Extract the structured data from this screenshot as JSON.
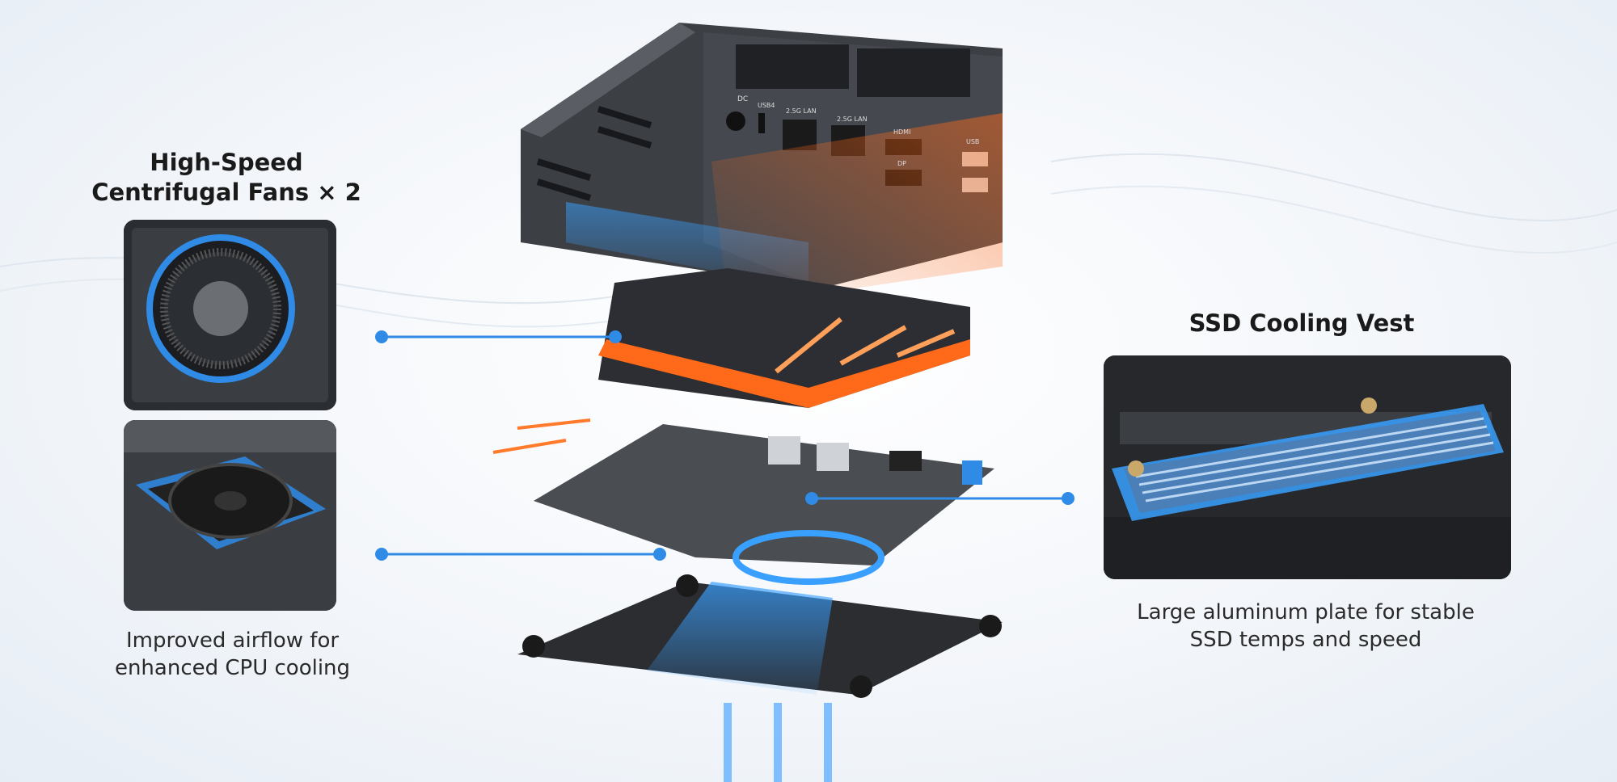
{
  "left": {
    "title_line1": "High-Speed",
    "title_line2": "Centrifugal Fans × 2",
    "caption_line1": "Improved airflow for",
    "caption_line2": "enhanced CPU cooling"
  },
  "right": {
    "title": "SSD Cooling Vest",
    "caption_line1": "Large aluminum plate for stable",
    "caption_line2": "SSD temps and speed"
  },
  "ports": {
    "dc": "DC",
    "usb4": "USB4",
    "lan1": "2.5G LAN",
    "lan2": "2.5G LAN",
    "hdmi": "HDMI",
    "dp": "DP",
    "usb": "USB"
  },
  "colors": {
    "accent_blue": "#2f8be6",
    "hot_orange": "#ff6a1a",
    "cool_blue": "#3aa0ff"
  }
}
